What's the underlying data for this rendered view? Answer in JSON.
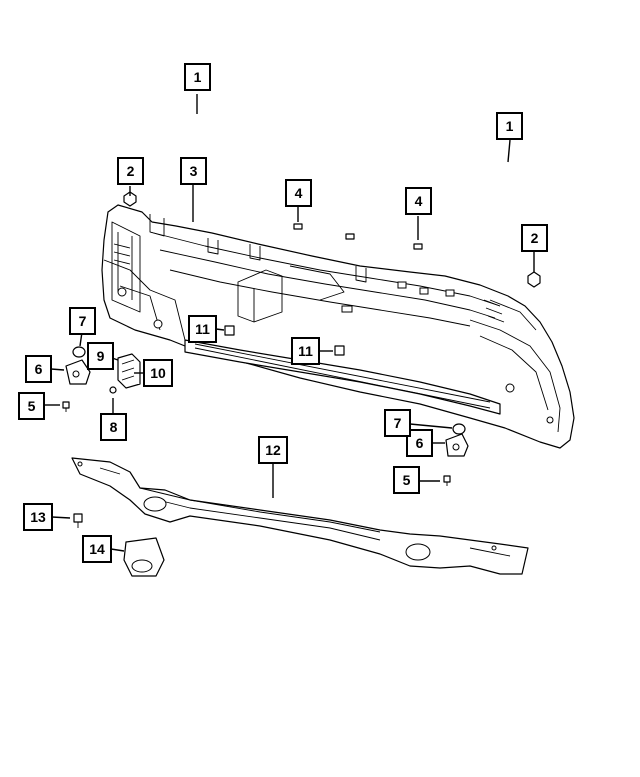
{
  "callouts": [
    "1",
    "1",
    "2",
    "2",
    "3",
    "4",
    "4",
    "5",
    "5",
    "6",
    "6",
    "7",
    "7",
    "8",
    "9",
    "10",
    "11",
    "11",
    "12",
    "13",
    "14"
  ],
  "colors": {
    "line": "#000000",
    "background": "#ffffff"
  }
}
